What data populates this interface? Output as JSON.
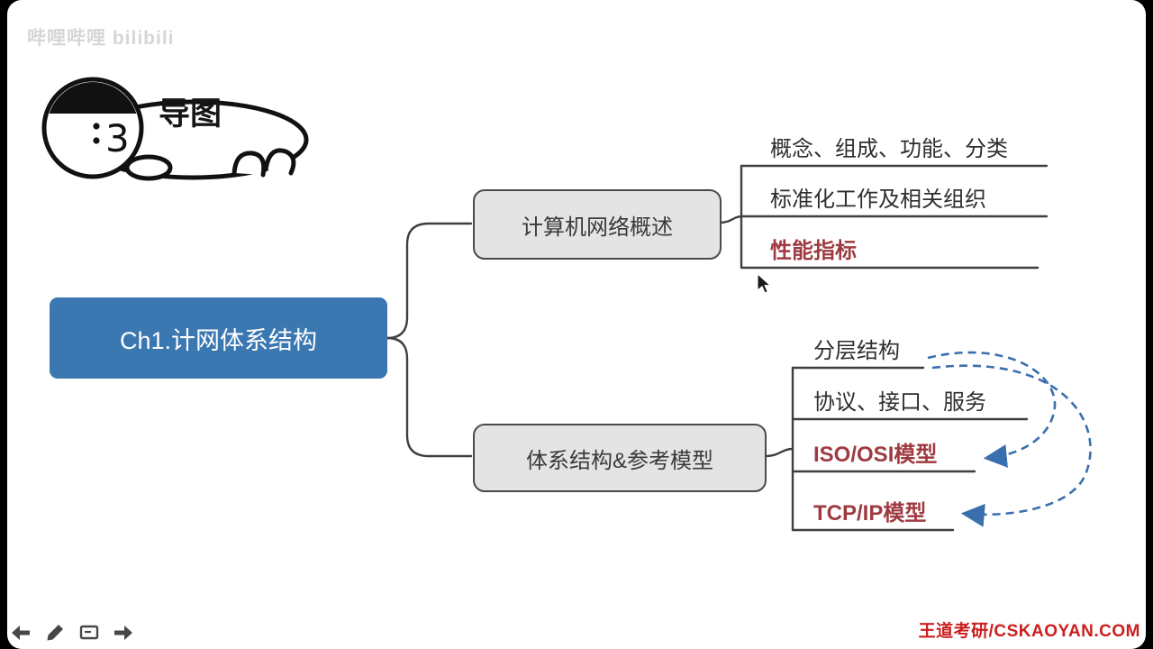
{
  "page": {
    "bilibili_watermark": "哔哩哔哩 bilibili",
    "sketch_label": "导图",
    "brand_watermark": "王道考研/CSKAOYAN.COM"
  },
  "mindmap": {
    "root": {
      "label": "Ch1.计网体系结构"
    },
    "branches": [
      {
        "label": "计算机网络概述",
        "children": [
          {
            "label": "概念、组成、功能、分类",
            "highlight": false
          },
          {
            "label": "标准化工作及相关组织",
            "highlight": false
          },
          {
            "label": "性能指标",
            "highlight": true
          }
        ]
      },
      {
        "label": "体系结构&参考模型",
        "children": [
          {
            "label": "分层结构",
            "highlight": false
          },
          {
            "label": "协议、接口、服务",
            "highlight": false
          },
          {
            "label": "ISO/OSI模型",
            "highlight": true
          },
          {
            "label": "TCP/IP模型",
            "highlight": true
          }
        ]
      }
    ]
  },
  "colors": {
    "root_bg": "#3b77b0",
    "branch_bg": "#e4e4e4",
    "highlight_text": "#9e3b41",
    "connector": "#3f3f3f",
    "arrow_blue": "#3a6fae",
    "brand_red": "#cb1f1f"
  },
  "icons": {
    "toolbar": [
      "back-arrow",
      "pencil",
      "whiteboard",
      "forward-arrow"
    ],
    "cursor": "mouse-pointer"
  }
}
